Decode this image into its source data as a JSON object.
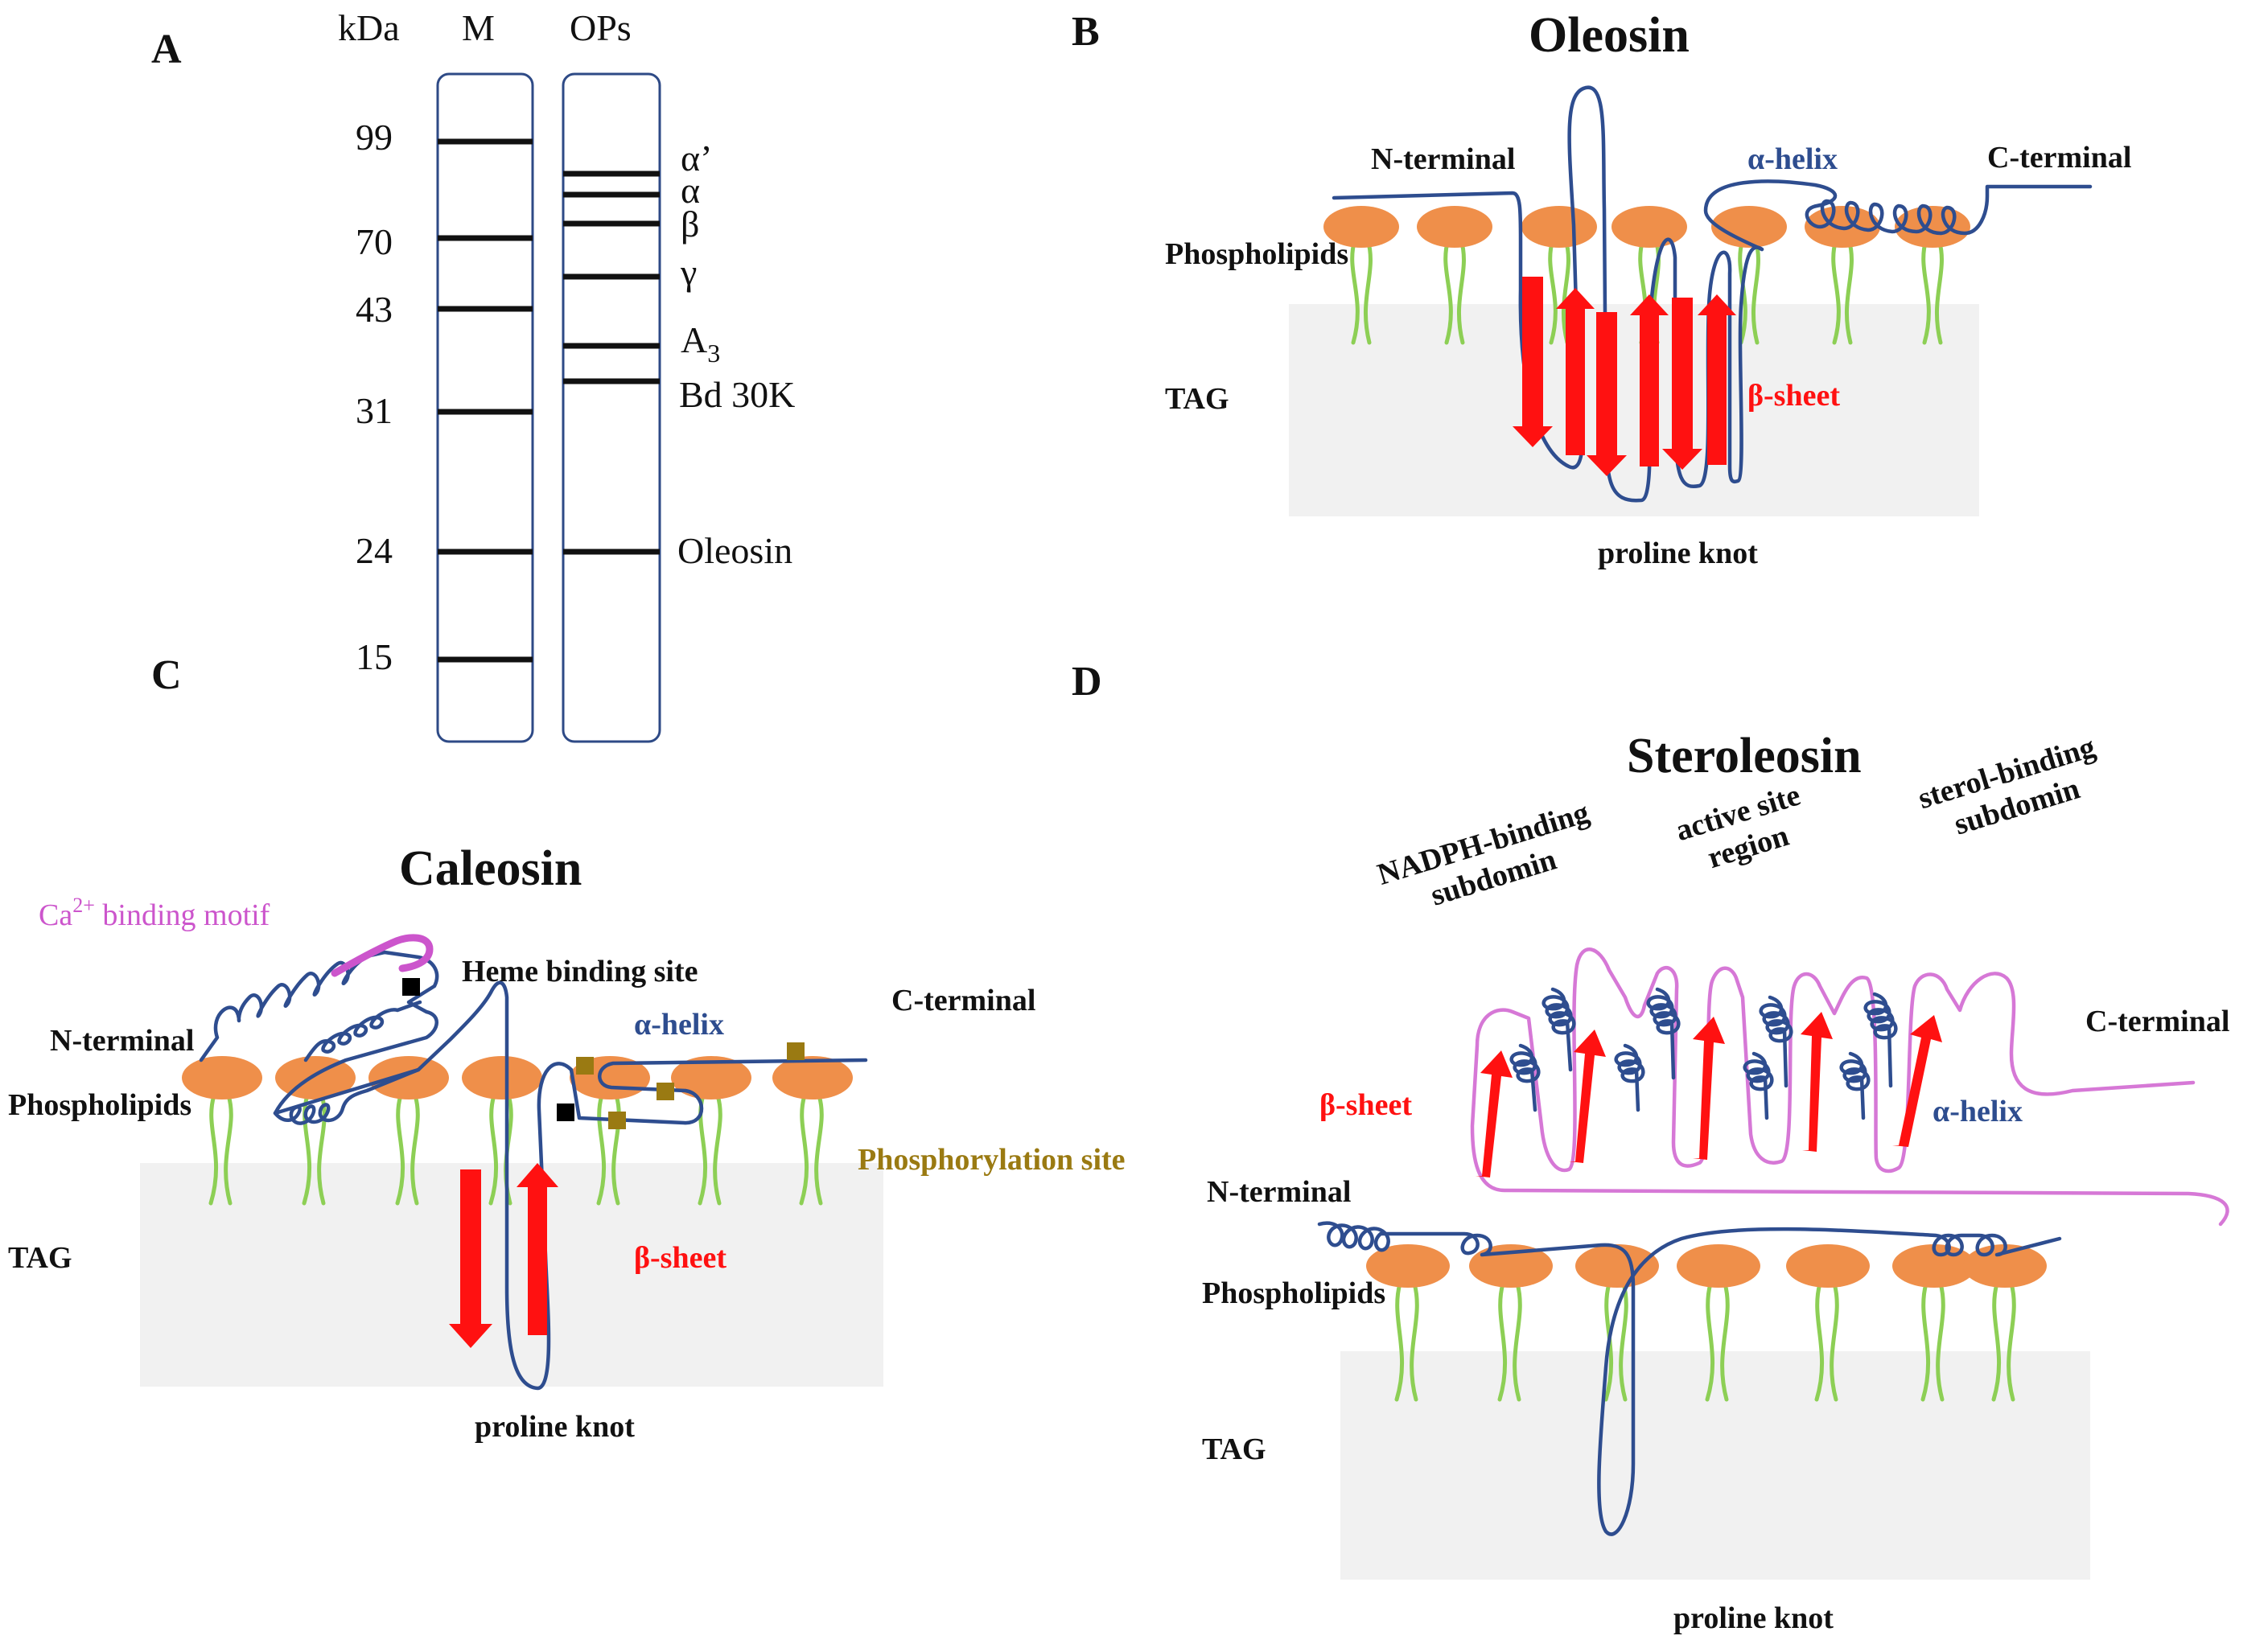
{
  "colors": {
    "protein": "#2e4d8f",
    "beta_sheet": "#ff1111",
    "phospholipid_head": "#ef8f4a",
    "phospholipid_tail": "#8dcf55",
    "tag_core": "#f1f1f1",
    "ca_motif": "#cc55cc",
    "phosphorylation": "#9a7a12",
    "heme": "#000000"
  },
  "panel_a": {
    "letter": "A",
    "header_kda": "kDa",
    "header_m": "M",
    "header_ops": "OPs",
    "markers": [
      "99",
      "70",
      "43",
      "31",
      "24",
      "15"
    ],
    "op_bands": [
      "α’",
      "α",
      "β",
      "γ",
      "A",
      "Bd 30K",
      "Oleosin"
    ],
    "a3_subscript": "3"
  },
  "panel_b": {
    "letter": "B",
    "title": "Oleosin",
    "n_terminal": "N-terminal",
    "alpha_helix": "α-helix",
    "c_terminal": "C-terminal",
    "phospholipids": "Phospholipids",
    "tag": "TAG",
    "beta_sheet": "β-sheet",
    "proline_knot": "proline knot"
  },
  "panel_c": {
    "letter": "C",
    "title": "Caleosin",
    "ca_prefix": "Ca",
    "ca_superscript": "2+",
    "ca_suffix": " binding motif",
    "heme": "Heme binding site",
    "c_terminal": "C-terminal",
    "n_terminal": "N-terminal",
    "alpha_helix": "α-helix",
    "phospholipids": "Phospholipids",
    "phosphorylation": "Phosphorylation site",
    "tag": "TAG",
    "beta_sheet": "β-sheet",
    "proline_knot": "proline knot"
  },
  "panel_d": {
    "letter": "D",
    "title": "Steroleosin",
    "nadph_1": "NADPH-binding",
    "nadph_2": "subdomin",
    "active_1": "active site",
    "active_2": "region",
    "sterol_1": "sterol-binding",
    "sterol_2": "subdomin",
    "c_terminal": "C-terminal",
    "beta_sheet": "β-sheet",
    "alpha_helix": "α-helix",
    "n_terminal": "N-terminal",
    "phospholipids": "Phospholipids",
    "tag": "TAG",
    "proline_knot": "proline knot"
  }
}
